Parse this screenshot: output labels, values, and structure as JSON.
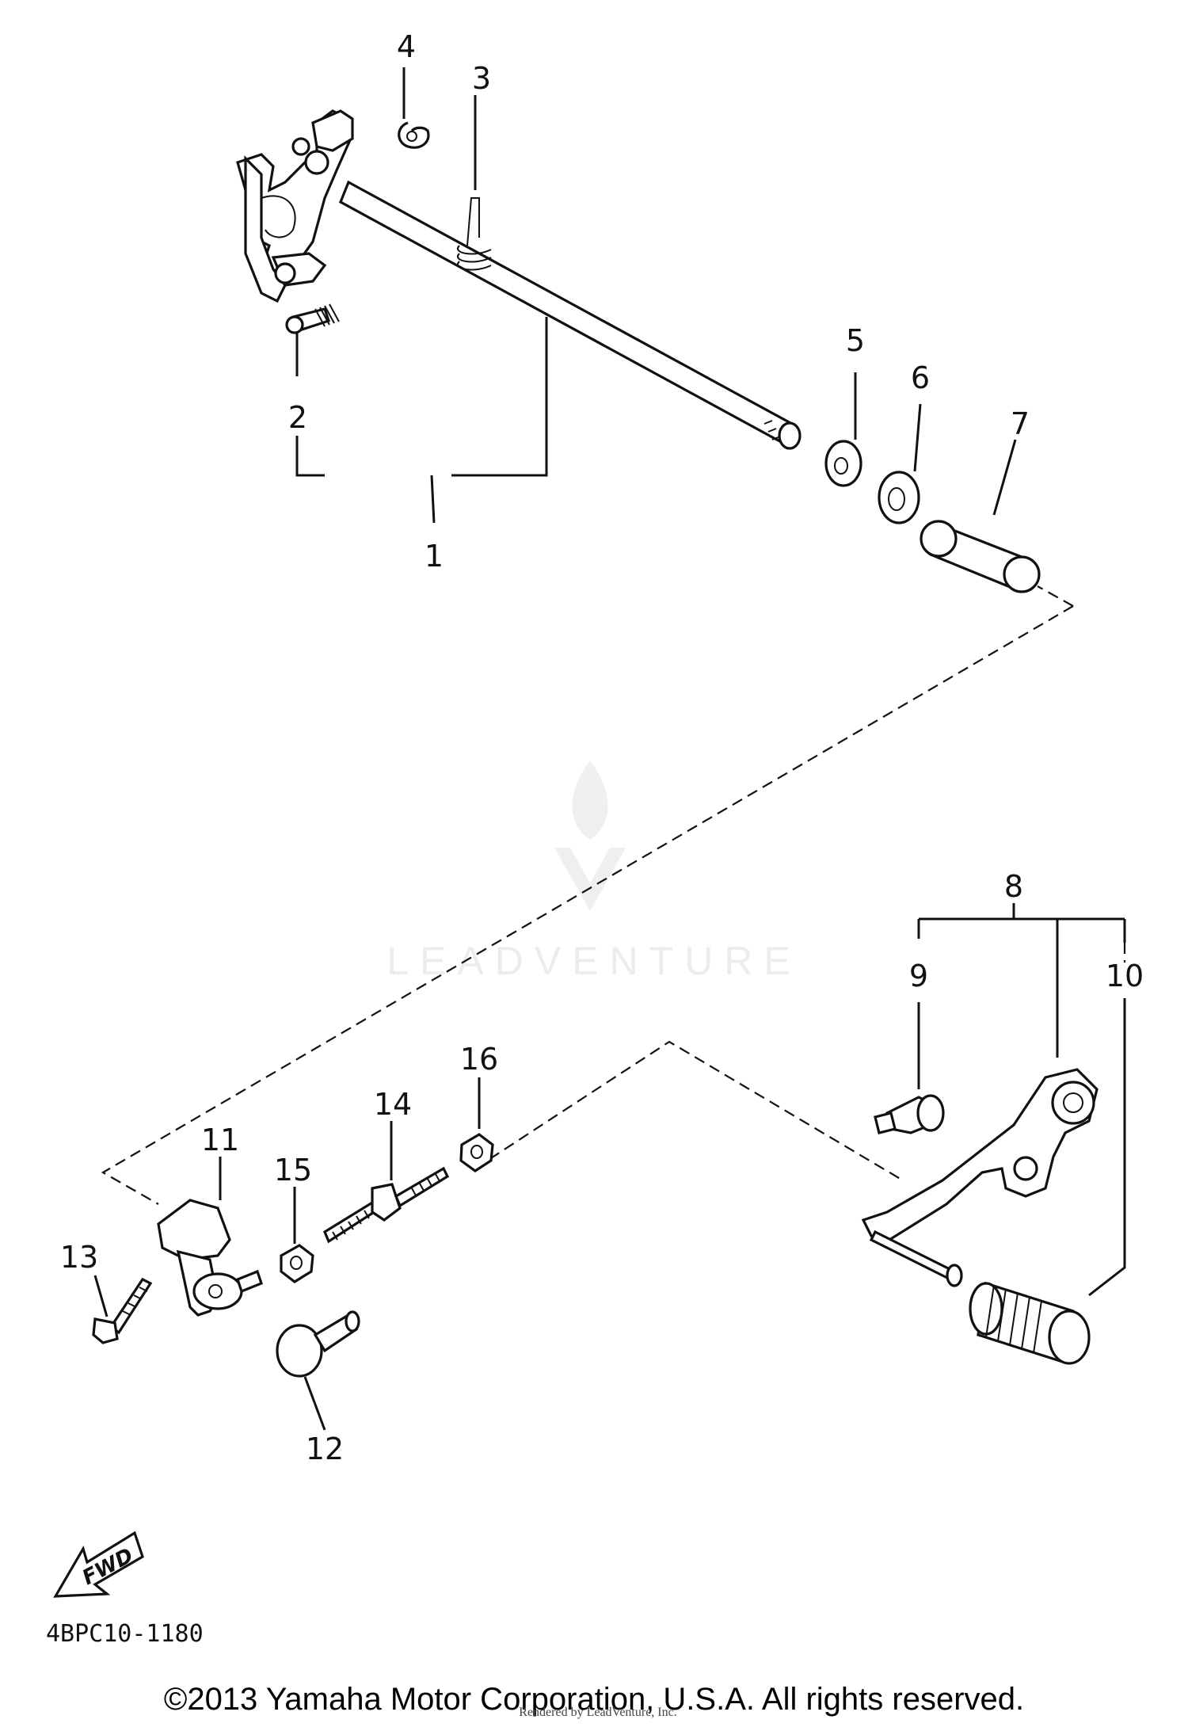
{
  "callouts": [
    "1",
    "2",
    "3",
    "4",
    "5",
    "6",
    "7",
    "8",
    "9",
    "10",
    "11",
    "12",
    "13",
    "14",
    "15",
    "16"
  ],
  "diagram_code": "4BPC10-1180",
  "watermark": "LEADVENTURE",
  "copyright": "©2013 Yamaha Motor Corporation, U.S.A. All rights reserved.",
  "rendered_by": "Rendered by LeadVenture, Inc.",
  "fwd_label": "FWD"
}
